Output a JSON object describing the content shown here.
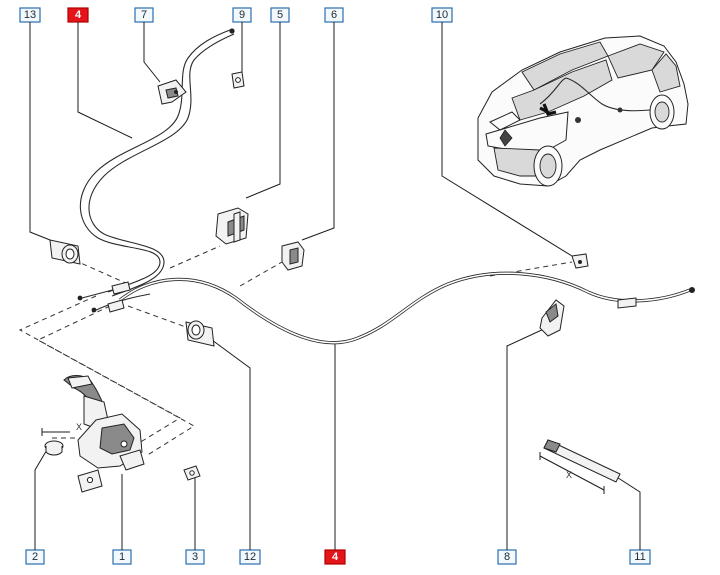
{
  "diagram": {
    "accent_color": "#e4141b",
    "label_color": "#2a6fb0",
    "labels": [
      {
        "id": "13",
        "text": "13",
        "highlight": false
      },
      {
        "id": "4a",
        "text": "4",
        "highlight": true
      },
      {
        "id": "7",
        "text": "7",
        "highlight": false
      },
      {
        "id": "9",
        "text": "9",
        "highlight": false
      },
      {
        "id": "5",
        "text": "5",
        "highlight": false
      },
      {
        "id": "6",
        "text": "6",
        "highlight": false
      },
      {
        "id": "10",
        "text": "10",
        "highlight": false
      },
      {
        "id": "2",
        "text": "2",
        "highlight": false
      },
      {
        "id": "1",
        "text": "1",
        "highlight": false
      },
      {
        "id": "3",
        "text": "3",
        "highlight": false
      },
      {
        "id": "12",
        "text": "12",
        "highlight": false
      },
      {
        "id": "4b",
        "text": "4",
        "highlight": true
      },
      {
        "id": "8",
        "text": "8",
        "highlight": false
      },
      {
        "id": "11",
        "text": "11",
        "highlight": false
      }
    ],
    "dimension_marks": [
      {
        "id": "dim-nut",
        "text": "X"
      },
      {
        "id": "dim-tie",
        "text": "X"
      }
    ]
  }
}
